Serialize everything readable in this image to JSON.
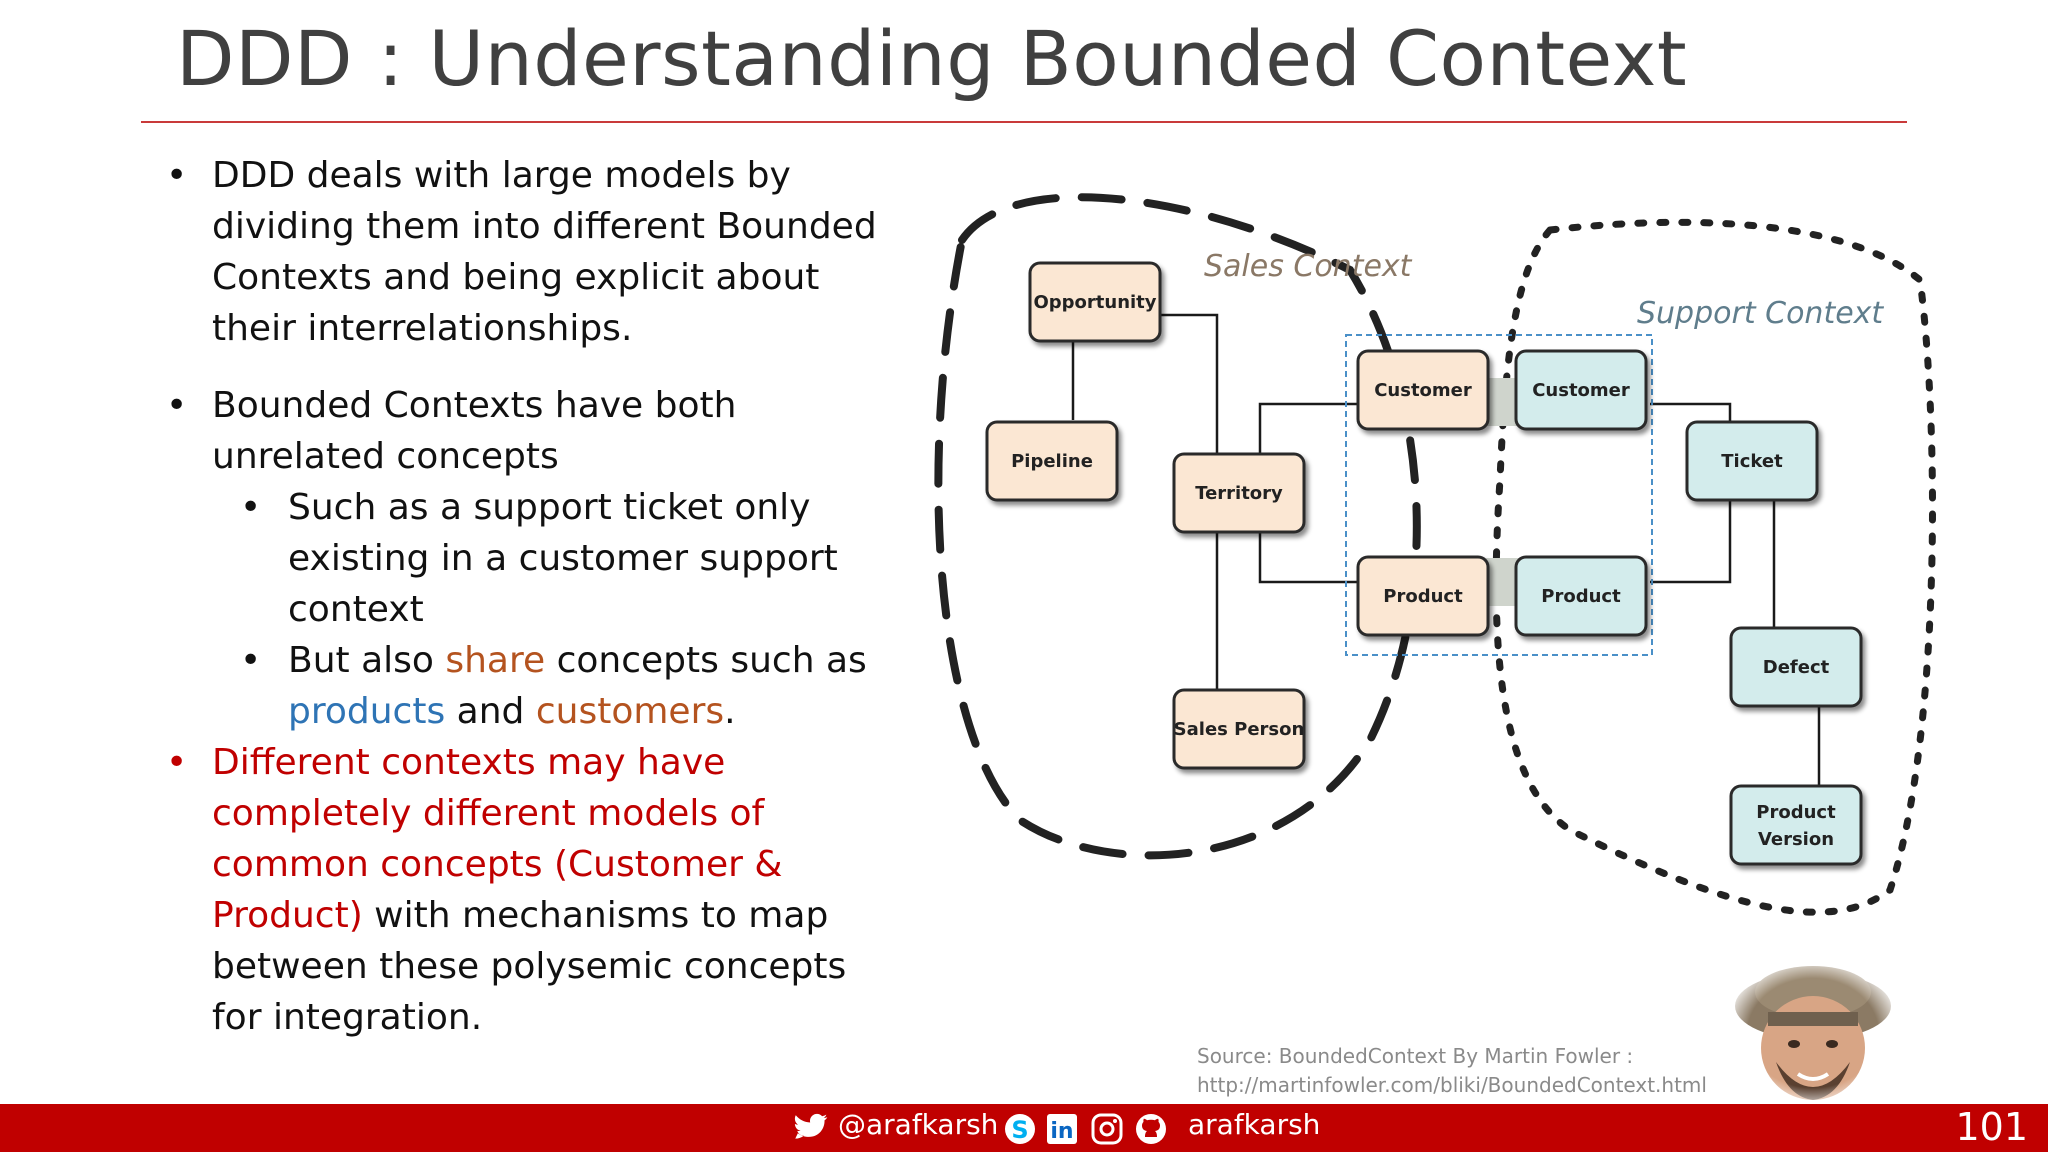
{
  "slide": {
    "title": "DDD : Understanding Bounded Context",
    "page_number": "101"
  },
  "bullets": {
    "b1": "DDD deals with large models by dividing them into different Bounded Contexts and being explicit about their interrelationships.",
    "b2": "Bounded Contexts have both unrelated concepts",
    "sub1": "Such as a support ticket only existing in a customer support context",
    "sub2_pre": "But also ",
    "sub2_share": "share",
    "sub2_mid": " concepts such as ",
    "sub2_products": "products",
    "sub2_and": " and ",
    "sub2_customers": "customers",
    "sub2_end": ".",
    "b3_red": "Different contexts may have completely different models of common concepts (Customer & Product)",
    "b3_rest": " with mechanisms to map between these polysemic concepts for integration."
  },
  "diagram": {
    "sales_context_label": "Sales Context",
    "support_context_label": "Support Context",
    "sales_nodes": {
      "opportunity": "Opportunity",
      "pipeline": "Pipeline",
      "territory": "Territory",
      "sales_person": "Sales Person",
      "customer": "Customer",
      "product": "Product"
    },
    "support_nodes": {
      "customer": "Customer",
      "product": "Product",
      "ticket": "Ticket",
      "defect": "Defect",
      "product_version_line1": "Product",
      "product_version_line2": "Version"
    },
    "colors": {
      "sales_fill": "#fbe7d3",
      "support_fill": "#d3ecec",
      "shared_border": "#4a90c8"
    }
  },
  "source": {
    "line1": "Source: BoundedContext By Martin Fowler :",
    "line2": "http://martinfowler.com/bliki/BoundedContext.html"
  },
  "footer": {
    "twitter_handle": "@arafkarsh",
    "github_handle": "arafkarsh",
    "bar_color": "#c00000",
    "icons": [
      "twitter-icon",
      "skype-icon",
      "linkedin-icon",
      "instagram-icon",
      "github-icon"
    ]
  }
}
